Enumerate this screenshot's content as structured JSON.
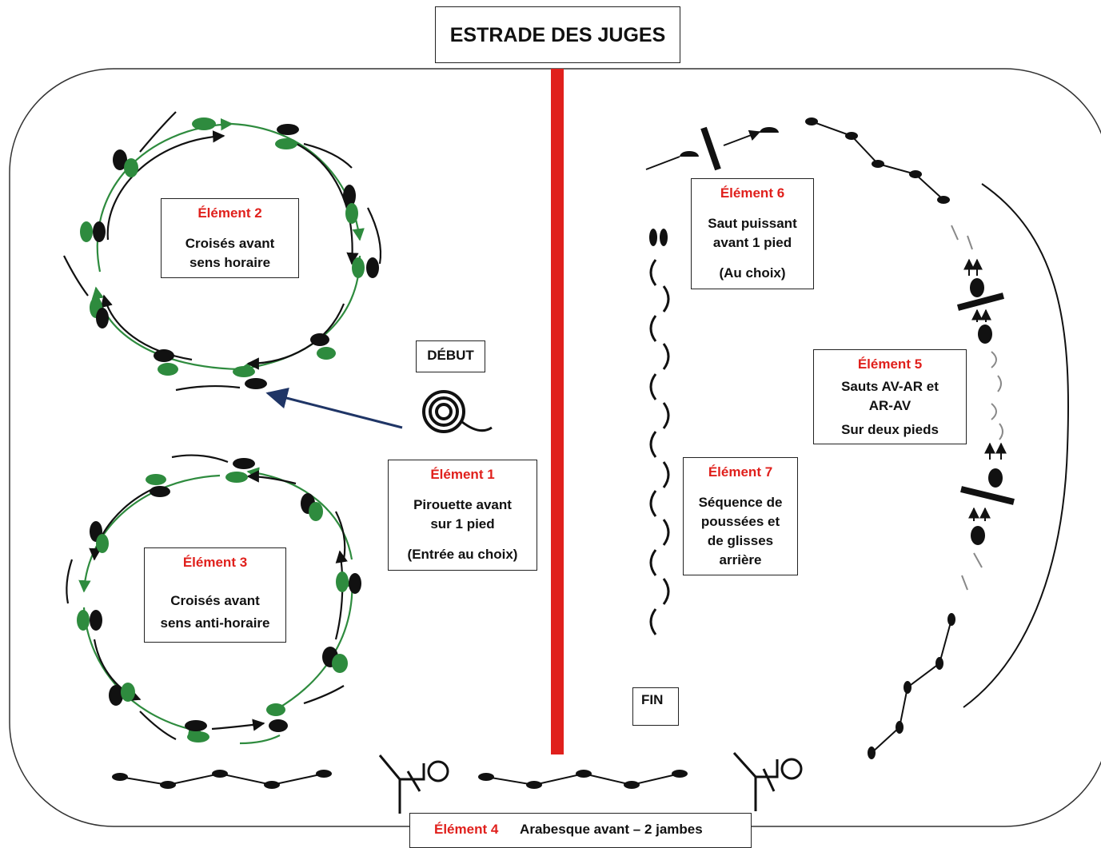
{
  "header": {
    "title": "ESTRADE DES JUGES"
  },
  "markers": {
    "start": "DÉBUT",
    "end": "FIN"
  },
  "elements": [
    {
      "label": "Élément 1",
      "lines": [
        "Pirouette avant",
        "sur 1 pied",
        "(Entrée au choix)"
      ]
    },
    {
      "label": "Élément 2",
      "lines": [
        "Croisés avant",
        "sens horaire"
      ]
    },
    {
      "label": "Élément 3",
      "lines": [
        "Croisés avant",
        "sens anti-horaire"
      ]
    },
    {
      "label": "Élément 4",
      "lines": [
        "Arabesque avant – 2 jambes"
      ]
    },
    {
      "label": "Élément 5",
      "lines": [
        "Sauts AV-AR et",
        "AR-AV",
        "Sur deux pieds"
      ]
    },
    {
      "label": "Élément 6",
      "lines": [
        "Saut puissant",
        "avant 1 pied",
        "(Au choix)"
      ]
    },
    {
      "label": "Élément 7",
      "lines": [
        "Séquence de",
        "poussées et",
        "de glisses",
        "arrière"
      ]
    }
  ],
  "colors": {
    "accent": "#e0201c",
    "track": "#2e8b3e",
    "ink": "#111111"
  }
}
